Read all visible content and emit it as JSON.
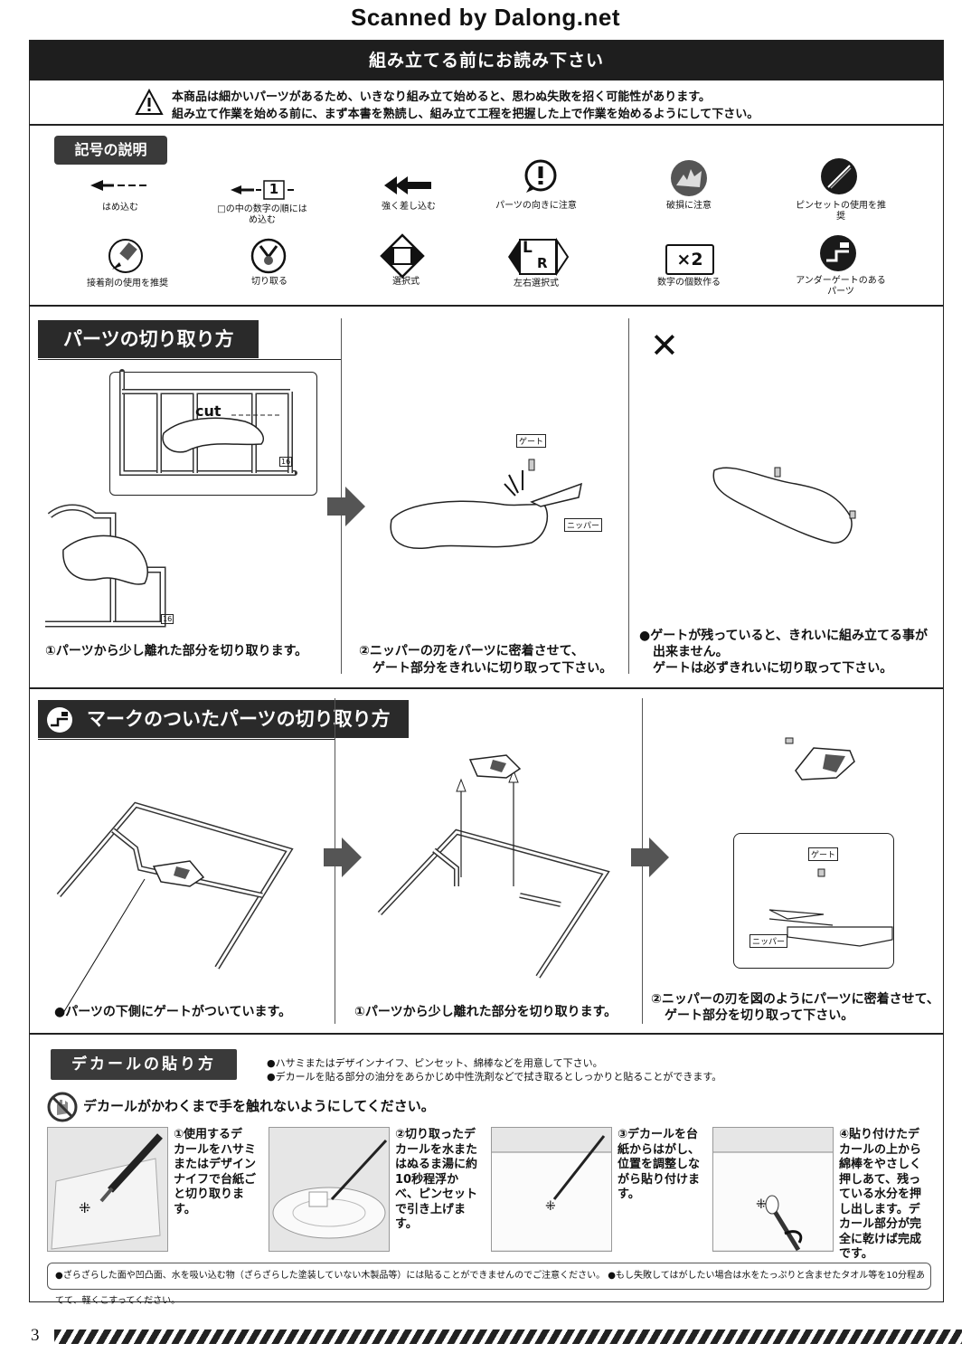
{
  "watermark": "Scanned by Dalong.net",
  "title": "組み立てる前にお読み下さい",
  "warning": {
    "line1": "本商品は細かいパーツがあるため、いきなり組み立て始めると、思わぬ失敗を招く可能性があります。",
    "line2": "組み立て作業を始める前に、まず本書を熟読し、組み立て工程を把握した上で作業を始めるようにして下さい。"
  },
  "symbols": {
    "heading": "記号の説明",
    "box_number": "1",
    "multiplier": "×2",
    "lr_left": "L",
    "lr_right": "R",
    "items": [
      {
        "label": "はめ込む",
        "icon": "arrow-dashed-icon"
      },
      {
        "label": "□の中の数字の順にはめ込む",
        "icon": "numbered-arrow-icon"
      },
      {
        "label": "強く差し込む",
        "icon": "double-arrow-icon"
      },
      {
        "label": "パーツの向きに注意",
        "icon": "exclamation-icon"
      },
      {
        "label": "破損に注意",
        "icon": "breakage-icon"
      },
      {
        "label": "ピンセットの使用を推奨",
        "icon": "tweezers-icon"
      },
      {
        "label": "接着剤の使用を推奨",
        "icon": "glue-icon"
      },
      {
        "label": "切り取る",
        "icon": "nipper-icon"
      },
      {
        "label": "選択式",
        "icon": "selection-icon"
      },
      {
        "label": "左右選択式",
        "icon": "left-right-icon"
      },
      {
        "label": "数字の個数作る",
        "icon": "multiplier-icon"
      },
      {
        "label": "アンダーゲートのあるパーツ",
        "icon": "undergate-icon"
      }
    ]
  },
  "cutting": {
    "heading": "パーツの切り取り方",
    "cut_label": "cut",
    "gate_label": "ゲート",
    "nipper_label": "ニッパー",
    "runner_no": "16",
    "bad_mark": "✕",
    "cap1": "①パーツから少し離れた部分を切り取ります。",
    "cap2a": "②ニッパーの刃をパーツに密着させて、",
    "cap2b": "ゲート部分をきれいに切り取って下さい。",
    "cap3a": "●ゲートが残っていると、きれいに組み立てる事が",
    "cap3b": "出来ません。",
    "cap3c": "ゲートは必ずきれいに切り取って下さい。"
  },
  "marked": {
    "heading": "マークのついたパーツの切り取り方",
    "gate_label": "ゲート",
    "nipper_label": "ニッパー",
    "cap1": "●パーツの下側にゲートがついています。",
    "cap2": "①パーツから少し離れた部分を切り取ります。",
    "cap3a": "②ニッパーの刃を図のようにパーツに密着させて、",
    "cap3b": "ゲート部分を切り取って下さい。"
  },
  "decal": {
    "heading": "デカールの貼り方",
    "note1": "●ハサミまたはデザインナイフ、ピンセット、綿棒などを用意して下さい。",
    "note2": "●デカールを貼る部分の油分をあらかじめ中性洗剤などで拭き取るとしっかりと貼ることができます。",
    "caution": "デカールがかわくまで手を触れないようにしてください。",
    "steps": [
      [
        "①使用するデ",
        "カールをハサミ",
        "またはデザイン",
        "ナイフで台紙ご",
        "と切り取ります。"
      ],
      [
        "②切り取ったデ",
        "カールを水また",
        "はぬるま湯に約",
        "10秒程浮か",
        "べ、ピンセット",
        "で引き上げま",
        "す。"
      ],
      [
        "③デカールを台",
        "紙からはがし、",
        "位置を調整しな",
        "がら貼り付けま",
        "す。"
      ],
      [
        "④貼り付けたデ",
        "カールの上から",
        "綿棒をやさしく",
        "押しあて、残っ",
        "ている水分を押",
        "し出します。デ",
        "カール部分が完",
        "全に乾けば完成",
        "です。"
      ]
    ],
    "bottom_note": "●ざらざらした面や凹凸面、水を吸い込む物（ざらざらした塗装していない木製品等）には貼ることができませんのでご注意ください。 ●もし失敗してはがしたい場合は水をたっぷりと含ませたタオル等を10分程あてて、軽くこすってください。"
  },
  "page_number": "3"
}
